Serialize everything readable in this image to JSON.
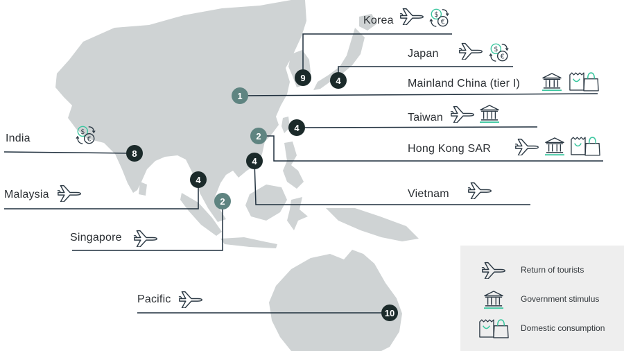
{
  "colors": {
    "land": "#cfd3d4",
    "line": "#1f2f3d",
    "marker_dark": "#1b2a2a",
    "marker_mid": "#5f8481",
    "icon": "#2d3a45",
    "accent": "#3cc7a0",
    "legend_bg": "#eeeeee"
  },
  "regions": [
    {
      "id": "korea",
      "name": "Korea",
      "rank": "9",
      "tone": "dark",
      "icons": [
        "plane-icon",
        "currency-exchange-icon"
      ]
    },
    {
      "id": "japan",
      "name": "Japan",
      "rank": "4",
      "tone": "dark",
      "icons": [
        "plane-icon",
        "currency-exchange-icon"
      ]
    },
    {
      "id": "mainland-china",
      "name": "Mainland China (tier I)",
      "rank": "1",
      "tone": "mid",
      "icons": [
        "bank-icon",
        "shopping-bags-icon"
      ]
    },
    {
      "id": "taiwan",
      "name": "Taiwan",
      "rank": "4",
      "tone": "dark",
      "icons": [
        "plane-icon",
        "bank-icon"
      ]
    },
    {
      "id": "hong-kong",
      "name": "Hong Kong SAR",
      "rank": "2",
      "tone": "mid",
      "icons": [
        "plane-icon",
        "bank-icon",
        "shopping-bags-icon"
      ]
    },
    {
      "id": "vietnam",
      "name": "Vietnam",
      "rank": "4",
      "tone": "dark",
      "icons": [
        "plane-icon"
      ]
    },
    {
      "id": "india",
      "name": "India",
      "rank": "8",
      "tone": "dark",
      "icons": [
        "currency-exchange-icon"
      ]
    },
    {
      "id": "malaysia",
      "name": "Malaysia",
      "rank": "4",
      "tone": "dark",
      "icons": [
        "plane-icon"
      ]
    },
    {
      "id": "singapore",
      "name": "Singapore",
      "rank": "2",
      "tone": "mid",
      "icons": [
        "plane-icon"
      ]
    },
    {
      "id": "pacific",
      "name": "Pacific",
      "rank": "10",
      "tone": "dark",
      "icons": [
        "plane-icon"
      ]
    }
  ],
  "legend": {
    "items": [
      {
        "icon": "plane-icon",
        "label": "Return of tourists"
      },
      {
        "icon": "bank-icon",
        "label": "Government stimulus"
      },
      {
        "icon": "shopping-bags-icon",
        "label": "Domestic consumption"
      }
    ]
  }
}
